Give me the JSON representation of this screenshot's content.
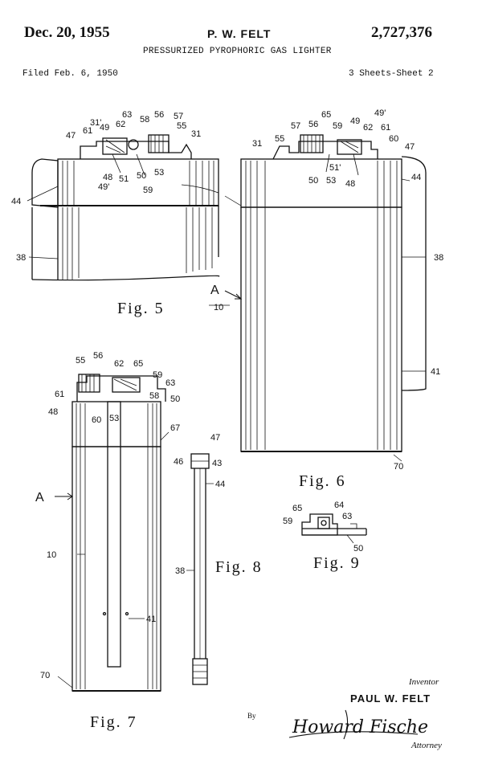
{
  "header": {
    "date": "Dec. 20, 1955",
    "inventor": "P. W. FELT",
    "patent_number": "2,727,376",
    "title": "PRESSURIZED PYROPHORIC GAS LIGHTER",
    "filed": "Filed Feb. 6, 1950",
    "sheets": "3 Sheets-Sheet 2"
  },
  "figures": {
    "fig5": "Fig. 5",
    "fig6": "Fig. 6",
    "fig7": "Fig. 7",
    "fig8": "Fig. 8",
    "fig9": "Fig. 9"
  },
  "labels": {
    "fig5": [
      "31'",
      "63",
      "56",
      "57",
      "47",
      "61",
      "49",
      "62",
      "58",
      "55",
      "31",
      "44",
      "48",
      "51",
      "50",
      "53",
      "49'",
      "59",
      "38",
      "A",
      "10"
    ],
    "fig6": [
      "65",
      "49'",
      "57",
      "56",
      "59",
      "49",
      "62",
      "61",
      "55",
      "60",
      "31",
      "47",
      "44",
      "50",
      "53",
      "48",
      "51'",
      "38",
      "41",
      "70"
    ],
    "fig7": [
      "55",
      "56",
      "62",
      "65",
      "59",
      "63",
      "61",
      "58",
      "50",
      "48",
      "60",
      "53",
      "67",
      "A",
      "10",
      "41",
      "70"
    ],
    "fig8": [
      "47",
      "46",
      "43",
      "44",
      "38"
    ],
    "fig9": [
      "65",
      "64",
      "59",
      "63",
      "50"
    ]
  },
  "footer": {
    "inventor_label": "Inventor",
    "inventor_name": "PAUL W. FELT",
    "by": "By",
    "signature": "Howard Fische",
    "attorney_label": "Attorney"
  }
}
